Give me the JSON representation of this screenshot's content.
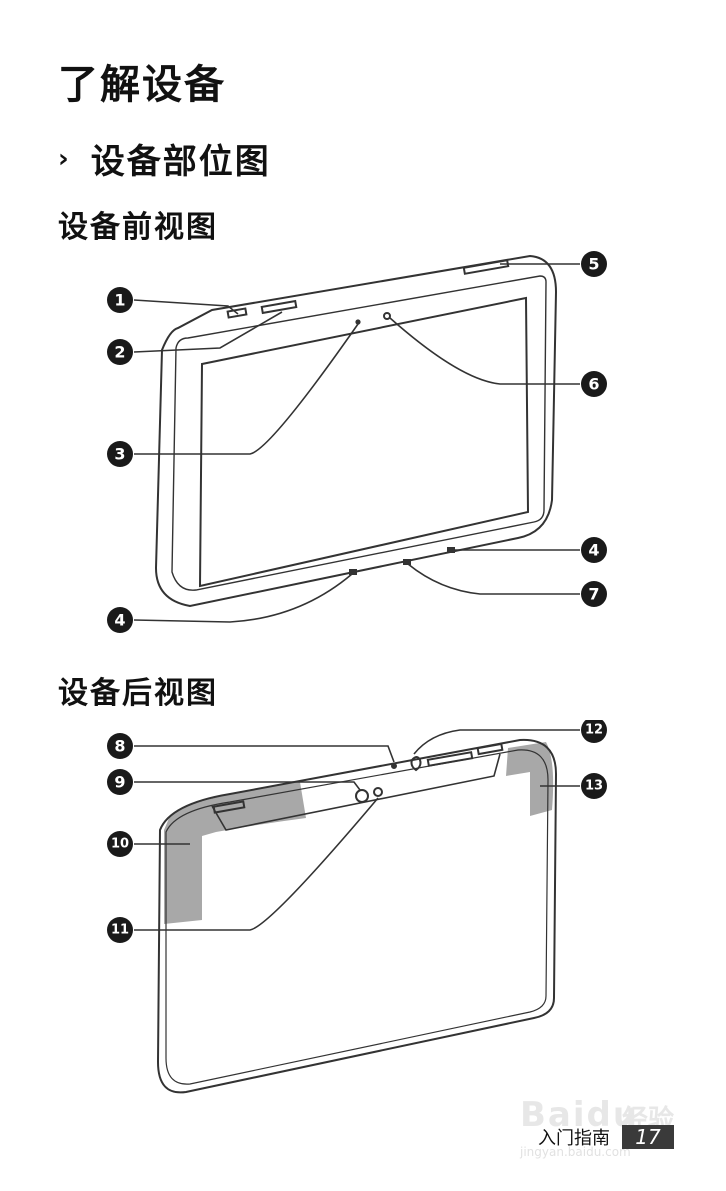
{
  "page": {
    "title": "了解设备",
    "section_title": "设备部位图",
    "chevron": "›"
  },
  "front_view": {
    "title": "设备前视图",
    "callouts": [
      "1",
      "2",
      "3",
      "4",
      "5",
      "6",
      "4",
      "7"
    ]
  },
  "back_view": {
    "title": "设备后视图",
    "callouts": [
      "8",
      "9",
      "10",
      "11",
      "12",
      "13"
    ]
  },
  "footer": {
    "section_name": "入门指南",
    "page_number": "17"
  },
  "watermark": {
    "brand": "Baidu",
    "brand_cn": "经验",
    "url": "jingyan.baidu.com"
  },
  "colors": {
    "highlight": "#a8a8a8",
    "callout_fill": "#1a1a1a",
    "footer_badge": "#3a3a3a"
  }
}
